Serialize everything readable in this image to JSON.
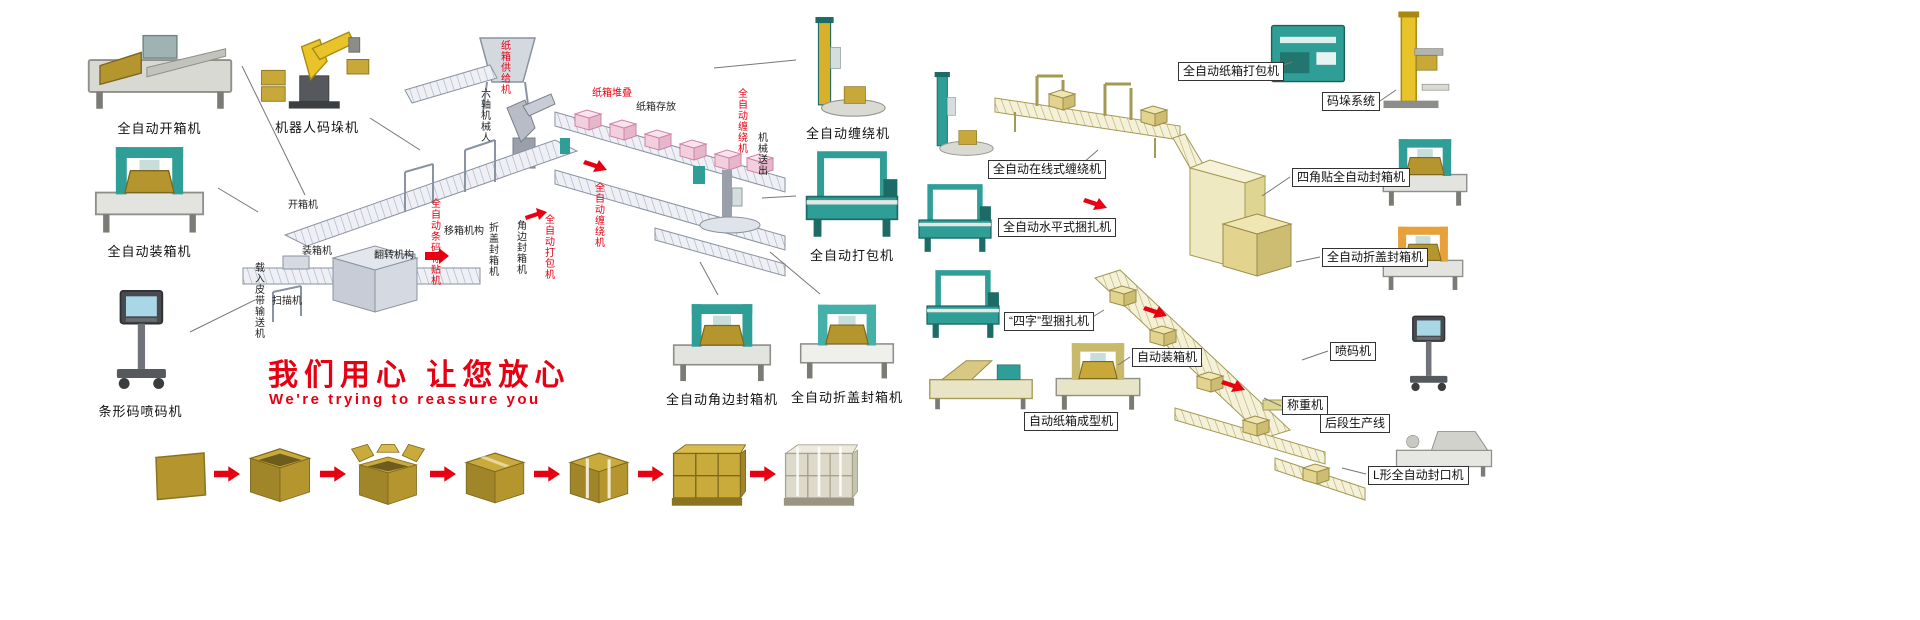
{
  "colors": {
    "accent_red": "#e60012",
    "carton_gold": "#b5952e",
    "machine_teal": "#2f9e96",
    "diagram_khaki": "#efe9c2",
    "robot_yellow": "#e8c32a"
  },
  "slogan": {
    "cn": "我们用心 让您放心",
    "en": "We're trying to reassure you"
  },
  "left_machines": [
    {
      "label": "全自动开箱机"
    },
    {
      "label": "机器人码垛机"
    },
    {
      "label": "全自动装箱机"
    },
    {
      "label": "条形码喷码机"
    }
  ],
  "mid_machines": [
    {
      "label": "全自动缠绕机"
    },
    {
      "label": "全自动打包机"
    },
    {
      "label": "全自动角边封箱机"
    },
    {
      "label": "全自动折盖封箱机"
    }
  ],
  "center_labels": [
    {
      "text": "纸箱供给机"
    },
    {
      "text": "六轴机械人"
    },
    {
      "text": "纸箱堆叠"
    },
    {
      "text": "纸箱存放"
    },
    {
      "text": "全自动缠绕机"
    },
    {
      "text": "机械送出"
    },
    {
      "text": "开箱机"
    },
    {
      "text": "装箱机"
    },
    {
      "text": "全自动条码标贴机"
    },
    {
      "text": "翻转机构"
    },
    {
      "text": "移箱机构"
    },
    {
      "text": "折盖封箱机"
    },
    {
      "text": "角边封箱机"
    },
    {
      "text": "全自动打包机"
    },
    {
      "text": "载入皮带输送机"
    },
    {
      "text": "扫描机"
    },
    {
      "text": "全自动缠绕机"
    }
  ],
  "right_labels": [
    {
      "text": "全自动纸箱打包机"
    },
    {
      "text": "码垛系统"
    },
    {
      "text": "全自动在线式缠绕机"
    },
    {
      "text": "全自动水平式捆扎机"
    },
    {
      "text": "四角贴全自动封箱机"
    },
    {
      "text": "全自动折盖封箱机"
    },
    {
      "text": "“四字”型捆扎机"
    },
    {
      "text": "自动装箱机"
    },
    {
      "text": "喷码机"
    },
    {
      "text": "自动纸箱成型机"
    },
    {
      "text": "称重机"
    },
    {
      "text": "后段生产线"
    },
    {
      "text": "L形全自动封口机"
    }
  ]
}
